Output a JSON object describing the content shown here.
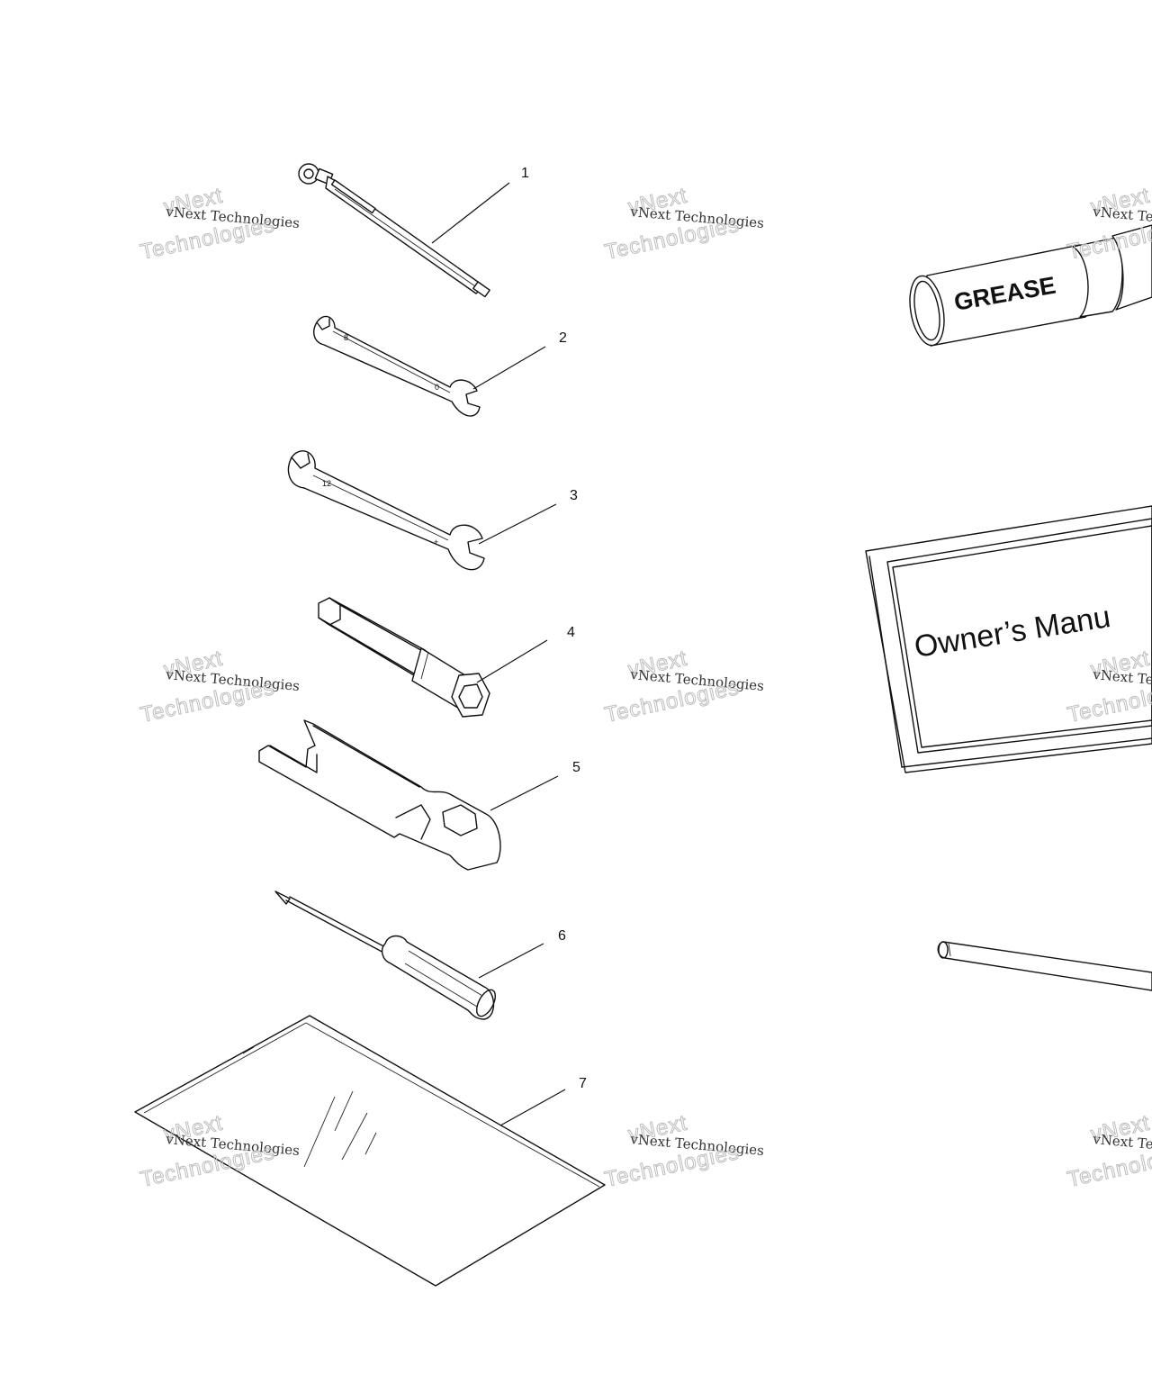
{
  "callouts": [
    {
      "id": "1",
      "label": "1"
    },
    {
      "id": "2",
      "label": "2"
    },
    {
      "id": "3",
      "label": "3"
    },
    {
      "id": "4",
      "label": "4"
    },
    {
      "id": "5",
      "label": "5"
    },
    {
      "id": "6",
      "label": "6"
    },
    {
      "id": "7",
      "label": "7"
    }
  ],
  "product_labels": {
    "grease": "GREASE",
    "manual": "Owner’s Manu"
  },
  "watermark": {
    "line_small": "vNext Technologies",
    "line_large_a": "vNext",
    "line_large_b": "Technologies"
  }
}
